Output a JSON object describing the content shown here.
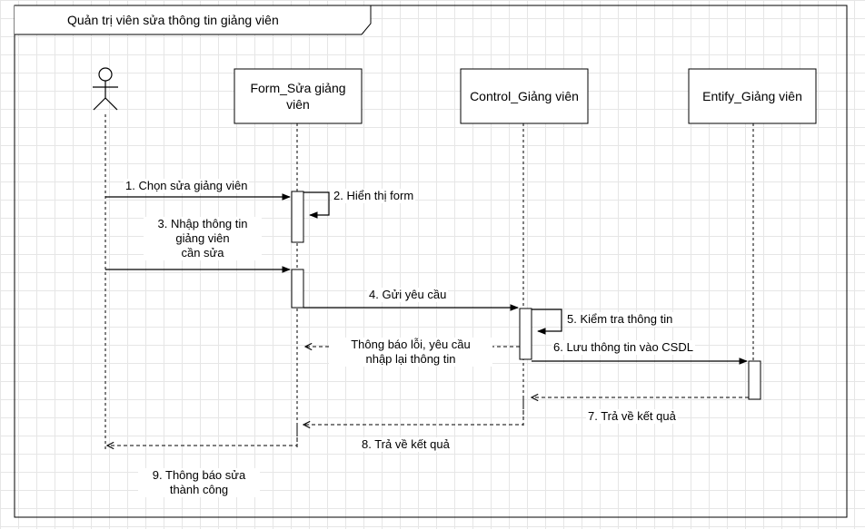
{
  "frame": {
    "title": "Quản trị viên sửa thông tin giảng viên"
  },
  "lifelines": {
    "form": "Form_Sửa giảng viên",
    "control": "Control_Giảng viên",
    "entity": "Entify_Giảng viên"
  },
  "messages": {
    "m1": "1. Chọn sửa giảng viên",
    "m2": "2. Hiển thị form",
    "m3": [
      "3. Nhập thông tin",
      "giảng viên",
      "cần sửa"
    ],
    "m4": "4. Gửi yêu cầu",
    "m5": "5. Kiểm tra thông tin",
    "m_err": [
      "Thông báo lỗi, yêu cầu",
      "nhập lại thông tin"
    ],
    "m6": "6. Lưu thông tin vào CSDL",
    "m7": "7. Trả về kết quả",
    "m8": "8. Trả về kết quả",
    "m9": [
      "9. Thông báo sửa",
      "thành công"
    ]
  }
}
